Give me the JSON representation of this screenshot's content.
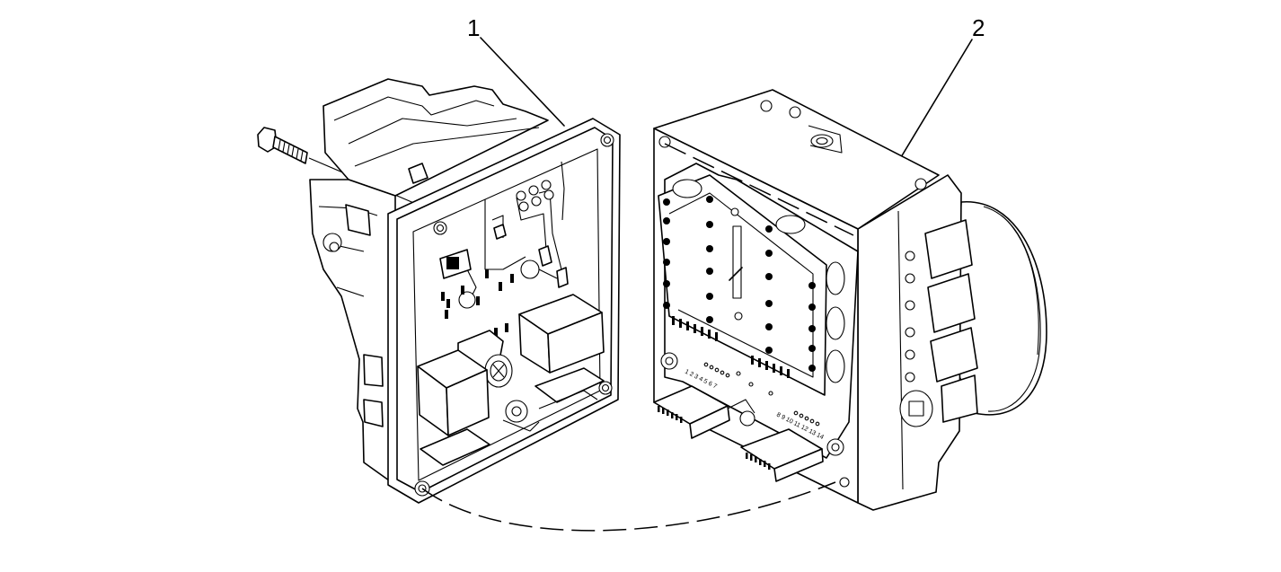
{
  "callouts": {
    "part1": "1",
    "part2": "2"
  },
  "pin_numbers": {
    "left_connector": "1 2 3 4 5 6 7",
    "right_connector": "8 9 10 11 12 13 14"
  }
}
